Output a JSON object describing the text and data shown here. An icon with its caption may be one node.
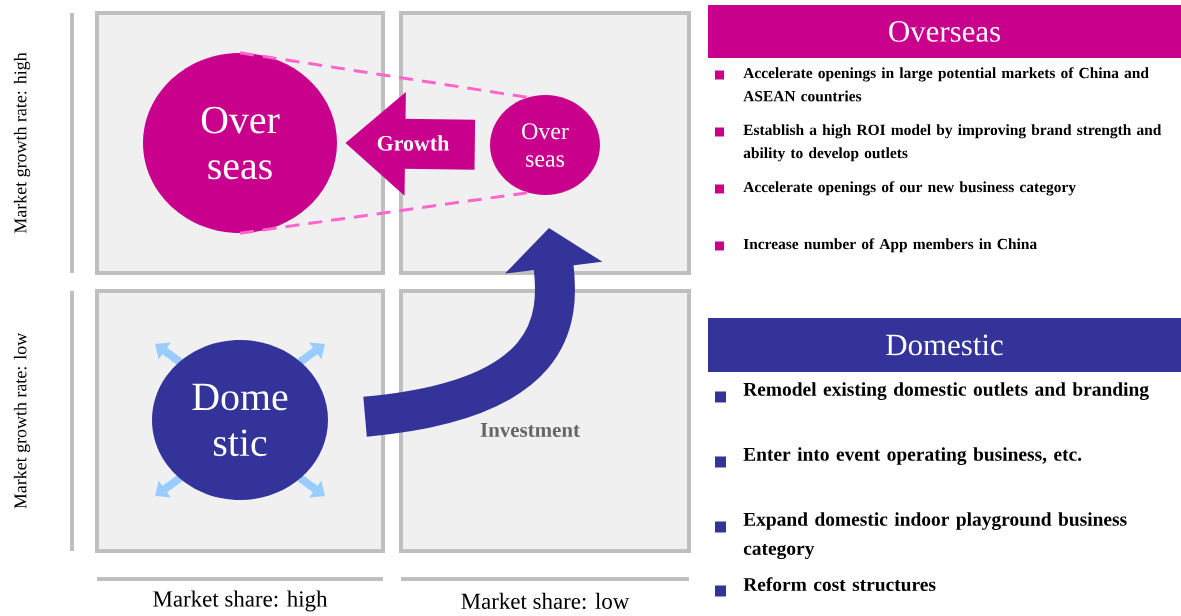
{
  "diagram": {
    "nodes": [
      {
        "text": [
          "Over seas"
        ]
      },
      {
        "text": [
          "Over seas"
        ]
      },
      {
        "text": [
          "Dome stic"
        ]
      },
      {
        "text": [
          "Overseas"
        ]
      },
      {
        "text": [
          "Domestic"
        ]
      }
    ],
    "edges": [
      {
        "from": 1,
        "to": 0,
        "arrow": "to",
        "label": "Growth",
        "style": "thick",
        "color": "#c8008c"
      },
      {
        "from": 2,
        "to": 1,
        "arrow": "to",
        "label": "Investment",
        "style": "thick",
        "color": "#333399"
      },
      {
        "from": 0,
        "to": 1,
        "arrow": "none",
        "style": "dashed",
        "color": "#ff66cc"
      },
      {
        "from": 0,
        "to": 1,
        "arrow": "none",
        "style": "dashed",
        "color": "#ff66cc"
      }
    ],
    "labels": [
      "Market growth rate: high",
      "Market growth rate: low",
      "Market share: high",
      "Market share: low",
      "Accelerate openings in large potential markets of China and ASEAN countries",
      "Establish a high ROI model by improving brand strength and ability to develop outlets",
      "Accelerate openings of our new business category",
      "Increase number of App members in China",
      "Remodel existing domestic outlets and branding",
      "Enter into event operating business, etc.",
      "Expand domestic indoor playground business category",
      "Reform cost structures"
    ]
  }
}
